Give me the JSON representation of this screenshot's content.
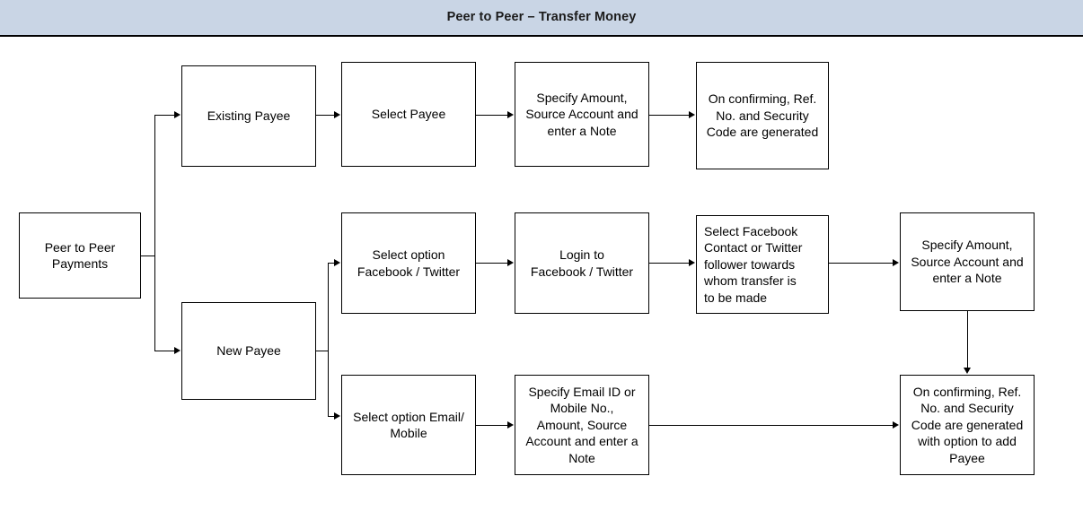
{
  "header": {
    "title": "Peer to Peer – Transfer Money",
    "background_color": "#c9d5e5",
    "text_color": "#1b1b1b"
  },
  "diagram": {
    "type": "flowchart",
    "orientation": "left-to-right",
    "line_color": "#000000",
    "node_fill": "#ffffff",
    "nodes": [
      {
        "id": "start",
        "label": "Peer to Peer\nPayments"
      },
      {
        "id": "existing",
        "label": "Existing Payee"
      },
      {
        "id": "select_payee",
        "label": "Select Payee"
      },
      {
        "id": "amount_top",
        "label": "Specify Amount,\nSource Account and\nenter a Note"
      },
      {
        "id": "confirm_top",
        "label": "On confirming, Ref.\nNo. and Security\nCode are generated"
      },
      {
        "id": "new_payee",
        "label": "New Payee"
      },
      {
        "id": "opt_social",
        "label": "Select option\nFacebook / Twitter"
      },
      {
        "id": "login_social",
        "label": "Login to\nFacebook / Twitter"
      },
      {
        "id": "pick_contact",
        "label": "Select Facebook\nContact or Twitter\nfollower towards\nwhom transfer is\nto be made"
      },
      {
        "id": "amount_mid",
        "label": "Specify Amount,\nSource Account and\nenter a Note"
      },
      {
        "id": "opt_email",
        "label": "Select option Email/\nMobile"
      },
      {
        "id": "email_detail",
        "label": "Specify Email ID or\nMobile No.,\nAmount, Source\nAccount and enter a\nNote"
      },
      {
        "id": "confirm_bot",
        "label": "On confirming, Ref.\nNo. and Security\nCode are generated\nwith option to add\nPayee"
      }
    ],
    "edges": [
      {
        "from": "start",
        "to": "existing"
      },
      {
        "from": "start",
        "to": "new_payee"
      },
      {
        "from": "existing",
        "to": "select_payee"
      },
      {
        "from": "select_payee",
        "to": "amount_top"
      },
      {
        "from": "amount_top",
        "to": "confirm_top"
      },
      {
        "from": "new_payee",
        "to": "opt_social"
      },
      {
        "from": "new_payee",
        "to": "opt_email"
      },
      {
        "from": "opt_social",
        "to": "login_social"
      },
      {
        "from": "login_social",
        "to": "pick_contact"
      },
      {
        "from": "pick_contact",
        "to": "amount_mid"
      },
      {
        "from": "amount_mid",
        "to": "confirm_bot"
      },
      {
        "from": "opt_email",
        "to": "email_detail"
      },
      {
        "from": "email_detail",
        "to": "confirm_bot"
      }
    ]
  }
}
